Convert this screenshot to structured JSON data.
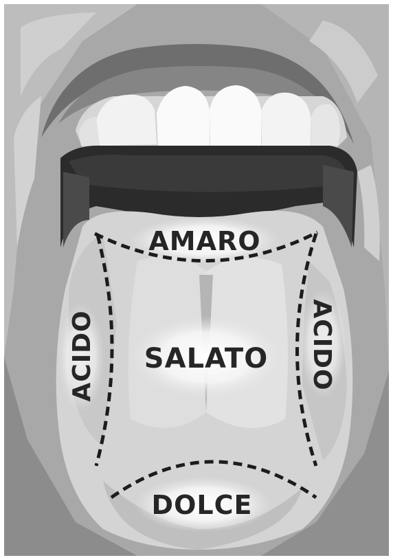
{
  "labels": {
    "bitter": "AMARO",
    "sour_left": "ACIDO",
    "salty": "SALATO",
    "sour_right": "ACIDO",
    "sweet": "DOLCE"
  },
  "colors": {
    "background": "#ffffff",
    "frame": "#8f8f8f",
    "skin_dark": "#7a7a7a",
    "skin_mid": "#a3a3a3",
    "skin_light": "#c4c4c4",
    "lip": "#9a9a9a",
    "teeth": "#f4f4f4",
    "mouth_interior": "#2f2f2f",
    "tongue": "#d9d9d9",
    "tongue_highlight": "#ebebeb",
    "dashed_line": "#1c1c1c",
    "label_text": "#262626"
  },
  "icons": {
    "illustration": "open-mouth-tongue-icon"
  }
}
